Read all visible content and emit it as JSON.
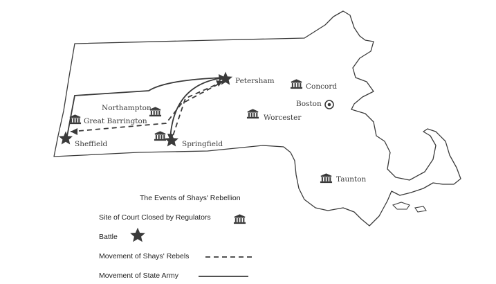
{
  "colors": {
    "ink": "#3a3a3a",
    "background": "#ffffff"
  },
  "places": [
    {
      "name": "Petersham",
      "marker": "star-icon"
    },
    {
      "name": "Concord",
      "marker": "courthouse-icon"
    },
    {
      "name": "Northampton",
      "marker": "courthouse-icon"
    },
    {
      "name": "Boston",
      "marker": "capital-circle-icon"
    },
    {
      "name": "Worcester",
      "marker": "courthouse-icon"
    },
    {
      "name": "Great Barrington",
      "marker": "courthouse-icon"
    },
    {
      "name": "Sheffield",
      "marker": "star-icon"
    },
    {
      "name": "Springfield",
      "marker": "star-icon"
    },
    {
      "name": "Taunton",
      "marker": "courthouse-icon"
    }
  ],
  "legend": {
    "title": "The Events of Shays' Rebellion",
    "items": [
      {
        "label": "Site of Court Closed by Regulators",
        "symbol": "courthouse-icon"
      },
      {
        "label": "Battle",
        "symbol": "star-icon"
      },
      {
        "label": "Movement of Shays' Rebels",
        "symbol": "dashed-line"
      },
      {
        "label": "Movement of State Army",
        "symbol": "solid-line"
      }
    ]
  }
}
